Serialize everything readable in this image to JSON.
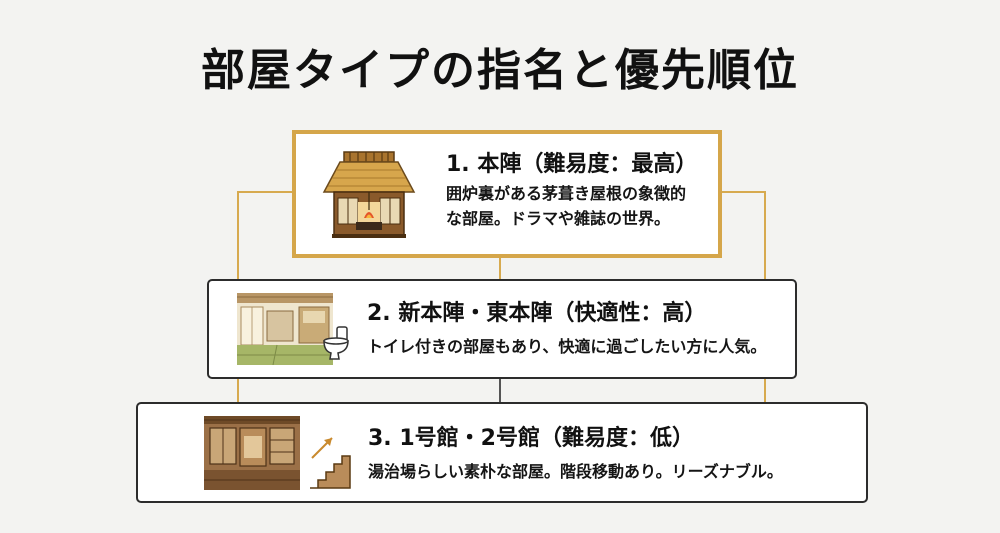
{
  "title": "部屋タイプの指名と優先順位",
  "colors": {
    "accent": "#d5a64a",
    "connector": "#d7aa4f",
    "border": "#2c2c2c"
  },
  "cards": [
    {
      "title": "1. 本陣（難易度：最高）",
      "desc_lines": [
        "囲炉裏がある茅葺き屋根の象徴的",
        "な部屋。ドラマや雑誌の世界。"
      ],
      "icons": [
        "thatched-roof-house-icon"
      ]
    },
    {
      "title": "2. 新本陣・東本陣（快適性：高）",
      "desc_lines": [
        "トイレ付きの部屋もあり、快適に過ごしたい方に人気。"
      ],
      "icons": [
        "tatami-room-icon",
        "toilet-icon"
      ]
    },
    {
      "title": "3. 1号館・2号館（難易度：低）",
      "desc_lines": [
        "湯治場らしい素朴な部屋。階段移動あり。リーズナブル。"
      ],
      "icons": [
        "wooden-room-icon",
        "stairs-icon"
      ]
    }
  ]
}
